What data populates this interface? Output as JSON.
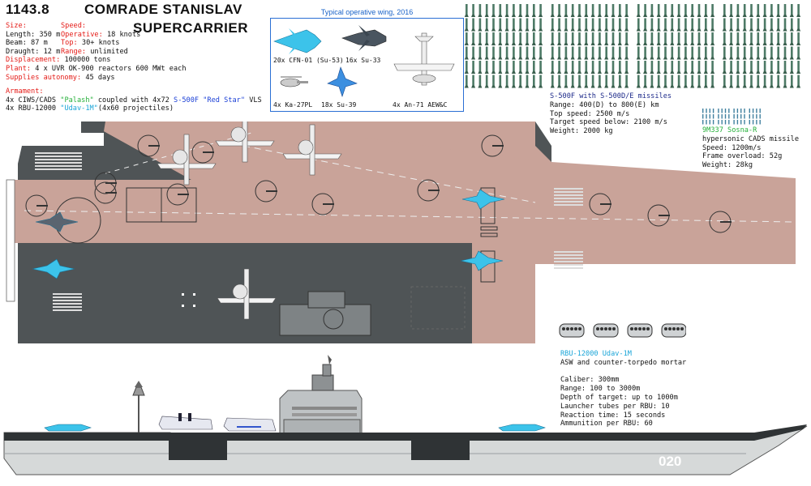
{
  "header": {
    "designation": "1143.8",
    "name_line1": "COMRADE STANISLAV",
    "name_line2": "SUPERCARRIER"
  },
  "specs": {
    "size_label": "Size:",
    "speed_label": "Speed:",
    "length": "Length: 350 m",
    "operative_label": "Operative:",
    "operative_value": "18 knots",
    "beam": "Beam: 87  m",
    "top_label": "Top:",
    "top_value": "30+ knots",
    "draught": "Draught: 12 m",
    "range_label": "Range:",
    "range_value": "unlimited",
    "displacement_label": "Displacement:",
    "displacement_value": "100000 tons",
    "plant_label": "Plant:",
    "plant_value": "4 x UVR OK-900 reactors 600 MWt each",
    "supplies_label": "Supplies autonomy:",
    "supplies_value": "45 days",
    "armament_label": "Armament:",
    "arm1_pre": "4x CIWS/CADS",
    "arm1_name": "\"Palash\"",
    "arm1_mid": "coupled with 4x72",
    "arm1_sys": "S-500F \"Red Star\"",
    "arm1_post": "VLS",
    "arm2_pre": "4x RBU-12000",
    "arm2_name": "\"Udav-1M\"",
    "arm2_post": "(4x60 projectiles)"
  },
  "wing": {
    "title": "Typical operative wing, 2016",
    "su57": "20x CFN-01 (Su-53)",
    "su33": "16x Su-33",
    "ka27": "4x Ka-27PL",
    "su39": "18x Su-39",
    "an71": "4x An-71 AEW&C"
  },
  "s500": {
    "title": "S-500F with S-500D/E missiles",
    "range": "Range: 400(D) to 800(E) km",
    "speed": "Top speed: 2500 m/s",
    "target": "Target speed below: 2100 m/s",
    "weight": "Weight: 2000 kg"
  },
  "sosna": {
    "title": "9M337 Sosna-R",
    "desc": "hypersonic CADS missile",
    "speed": "Speed: 1200m/s",
    "overload": "Frame overload: 52g",
    "weight": "Weight: 28kg"
  },
  "rbu": {
    "title": "RBU-12000 Udav-1M",
    "desc": "ASW and counter-torpedo mortar",
    "caliber": "Caliber: 300mm",
    "range": "Range: 100 to 3000m",
    "depth": "Depth of target: up to 1000m",
    "tubes": "Launcher tubes per RBU: 10",
    "reaction": "Reaction time: 15 seconds",
    "ammo": "Ammunition per RBU: 60"
  },
  "hull": {
    "number": "020"
  },
  "colors": {
    "deck": "#c9a399",
    "hull_dark": "#4f5456",
    "hull_side": "#d6d9d9",
    "aircraft_cyan": "#3cc3ea",
    "accent_red": "#e41b17",
    "accent_green": "#25b03a"
  }
}
